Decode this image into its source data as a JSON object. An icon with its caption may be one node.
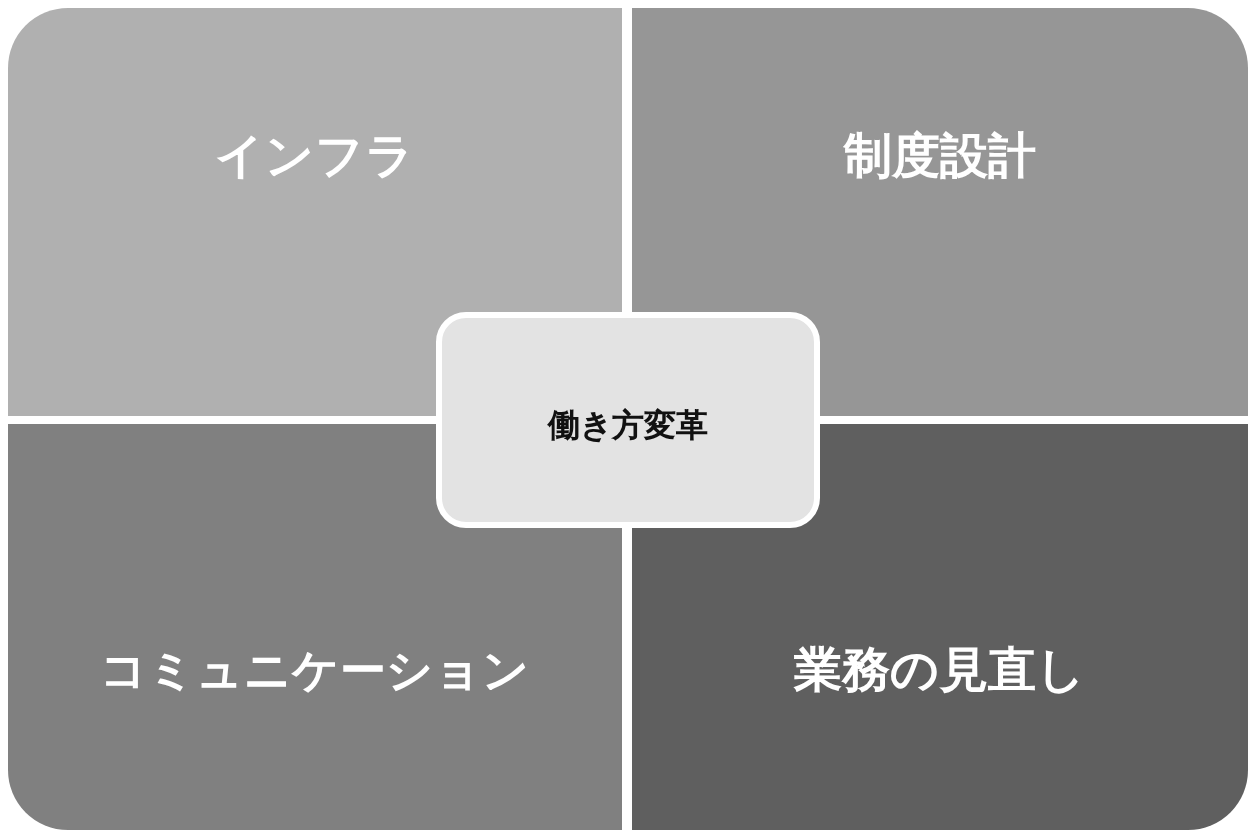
{
  "diagram": {
    "nodes": [
      {
        "text": [
          "インフラ"
        ]
      },
      {
        "text": [
          "制度設計"
        ]
      },
      {
        "text": [
          "働き方変革"
        ]
      },
      {
        "text": [
          "コミュニケーション"
        ]
      },
      {
        "text": [
          "業務の見直し"
        ]
      }
    ],
    "edges": []
  }
}
